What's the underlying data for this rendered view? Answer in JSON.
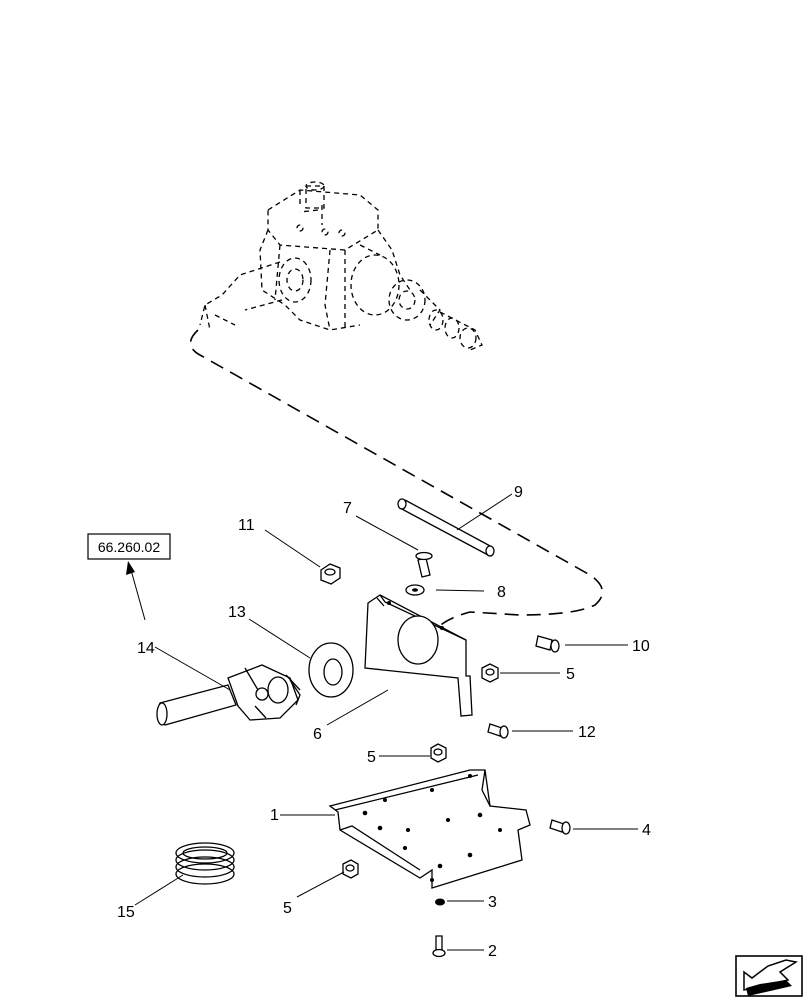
{
  "reference": {
    "label": "66.260.02"
  },
  "callouts": [
    {
      "id": "c1",
      "text": "1"
    },
    {
      "id": "c2",
      "text": "2"
    },
    {
      "id": "c3",
      "text": "3"
    },
    {
      "id": "c4",
      "text": "4"
    },
    {
      "id": "c5a",
      "text": "5"
    },
    {
      "id": "c5b",
      "text": "5"
    },
    {
      "id": "c5c",
      "text": "5"
    },
    {
      "id": "c6",
      "text": "6"
    },
    {
      "id": "c7",
      "text": "7"
    },
    {
      "id": "c8",
      "text": "8"
    },
    {
      "id": "c9",
      "text": "9"
    },
    {
      "id": "c10",
      "text": "10"
    },
    {
      "id": "c11",
      "text": "11"
    },
    {
      "id": "c12",
      "text": "12"
    },
    {
      "id": "c13",
      "text": "13"
    },
    {
      "id": "c14",
      "text": "14"
    },
    {
      "id": "c15",
      "text": "15"
    }
  ],
  "navigation": {
    "icon": "arrow-icon"
  }
}
